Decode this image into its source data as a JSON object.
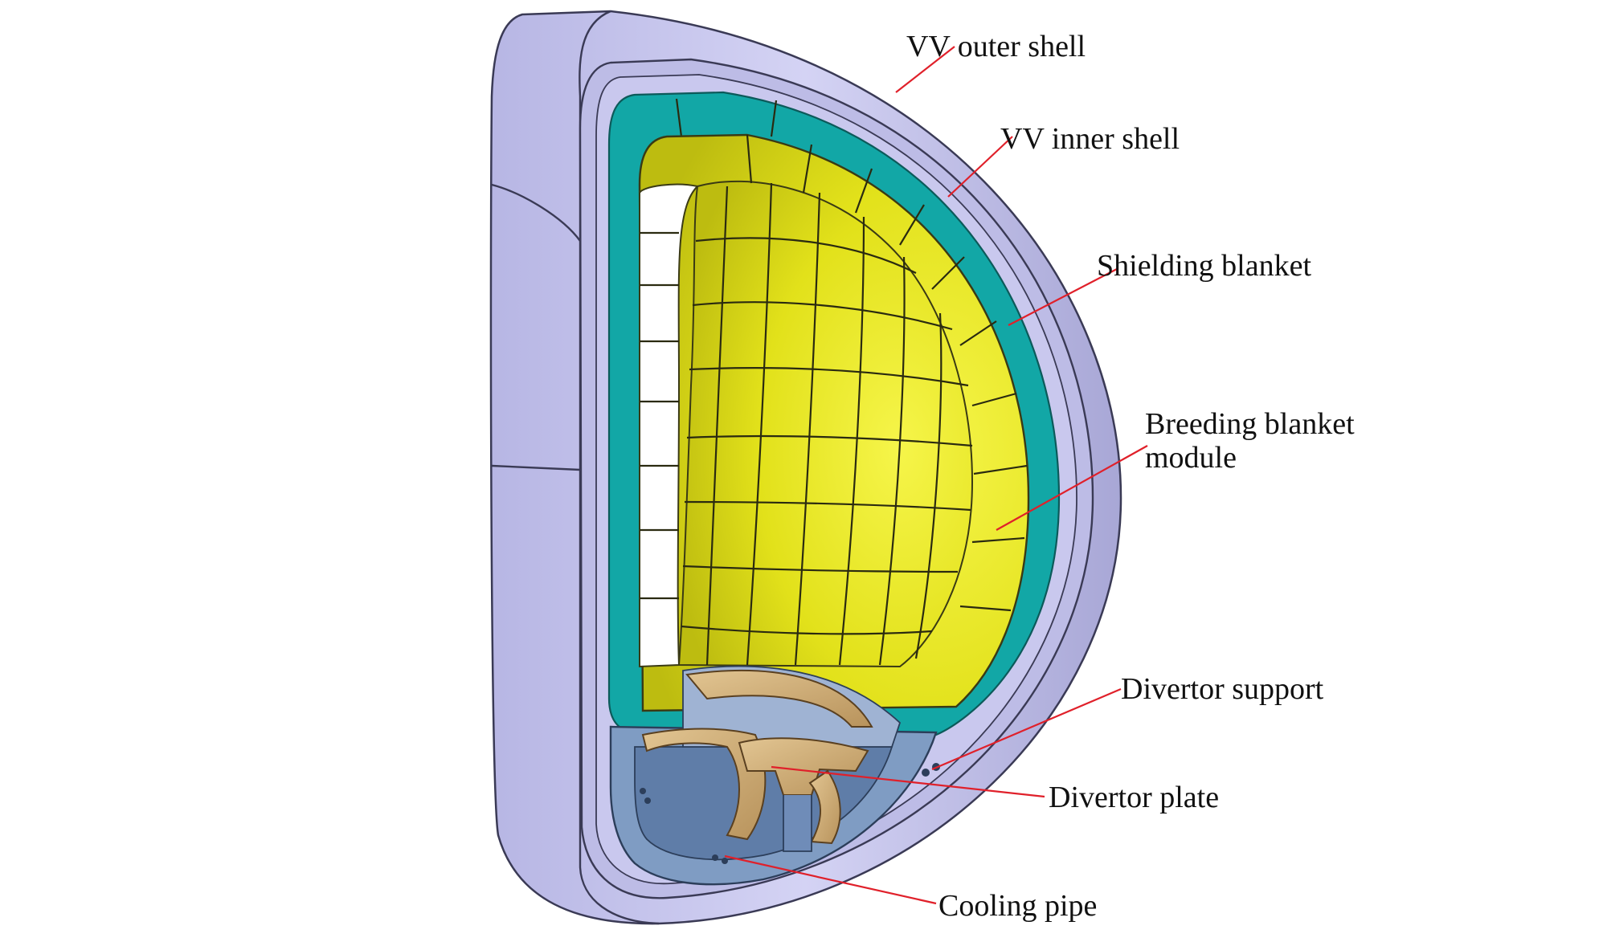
{
  "diagram": {
    "labels": {
      "vv_outer_shell": "VV outer shell",
      "vv_inner_shell": "VV inner shell",
      "shielding_blanket": "Shielding blanket",
      "breeding_blanket_line1": "Breeding blanket",
      "breeding_blanket_line2": "module",
      "divertor_support": "Divertor support",
      "divertor_plate": "Divertor plate",
      "cooling_pipe": "Cooling pipe"
    },
    "colors": {
      "vessel_shell": "#c9c8ee",
      "vessel_shadow": "#a9a8d8",
      "shielding_blanket": "#12a7a6",
      "breeding_blanket": "#e9e81a",
      "divertor_support": "#7f9cc3",
      "divertor_plate": "#d2b07c",
      "leader_lines": "#e0202a"
    }
  }
}
